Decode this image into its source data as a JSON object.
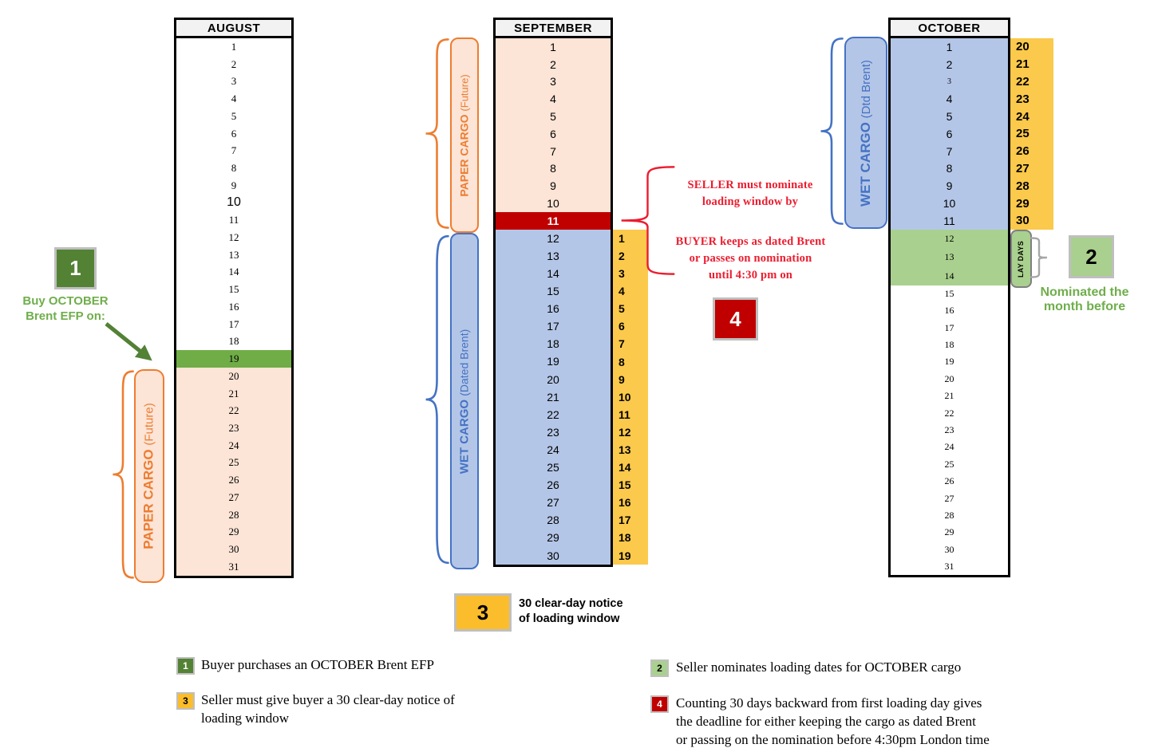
{
  "colors": {
    "orange": "#ED7D31",
    "peach": "#FCE4D6",
    "blue": "#4472C4",
    "blue_fill": "#B4C6E7",
    "red_dark": "#C00000",
    "red_bright": "#EC1C2E",
    "yellow": "#FBC94B",
    "yellow_badge": "#FBBD2B",
    "green": "#70AD47",
    "green_light": "#A9D08E",
    "green_dark": "#548235",
    "green_text": "#6FAE4B",
    "green_arrow": "#538135",
    "gray_border": "#BFBFBF",
    "gray_brace": "#A6A6A6",
    "header_bg": "#F2F2F2"
  },
  "months": [
    {
      "name": "AUGUST",
      "days": [
        {
          "n": 1
        },
        {
          "n": 2
        },
        {
          "n": 3
        },
        {
          "n": 4
        },
        {
          "n": 5
        },
        {
          "n": 6
        },
        {
          "n": 7
        },
        {
          "n": 8
        },
        {
          "n": 9
        },
        {
          "n": 10
        },
        {
          "n": 11
        },
        {
          "n": 12
        },
        {
          "n": 13
        },
        {
          "n": 14
        },
        {
          "n": 15
        },
        {
          "n": 16
        },
        {
          "n": 17
        },
        {
          "n": 18
        },
        {
          "n": 19,
          "status": "efp"
        },
        {
          "n": 20,
          "status": "paper"
        },
        {
          "n": 21,
          "status": "paper"
        },
        {
          "n": 22,
          "status": "paper"
        },
        {
          "n": 23,
          "status": "paper"
        },
        {
          "n": 24,
          "status": "paper"
        },
        {
          "n": 25,
          "status": "paper"
        },
        {
          "n": 26,
          "status": "paper"
        },
        {
          "n": 27,
          "status": "paper"
        },
        {
          "n": 28,
          "status": "paper"
        },
        {
          "n": 29,
          "status": "paper"
        },
        {
          "n": 30,
          "status": "paper"
        },
        {
          "n": 31,
          "status": "paper"
        }
      ]
    },
    {
      "name": "SEPTEMBER",
      "days": [
        {
          "n": 1,
          "status": "paper"
        },
        {
          "n": 2,
          "status": "paper"
        },
        {
          "n": 3,
          "status": "paper"
        },
        {
          "n": 4,
          "status": "paper"
        },
        {
          "n": 5,
          "status": "paper"
        },
        {
          "n": 6,
          "status": "paper"
        },
        {
          "n": 7,
          "status": "paper"
        },
        {
          "n": 8,
          "status": "paper"
        },
        {
          "n": 9,
          "status": "paper"
        },
        {
          "n": 10,
          "status": "paper"
        },
        {
          "n": 11,
          "status": "deadline"
        },
        {
          "n": 12,
          "status": "wet",
          "side": 1
        },
        {
          "n": 13,
          "status": "wet",
          "side": 2
        },
        {
          "n": 14,
          "status": "wet",
          "side": 3
        },
        {
          "n": 15,
          "status": "wet",
          "side": 4
        },
        {
          "n": 16,
          "status": "wet",
          "side": 5
        },
        {
          "n": 17,
          "status": "wet",
          "side": 6
        },
        {
          "n": 18,
          "status": "wet",
          "side": 7
        },
        {
          "n": 19,
          "status": "wet",
          "side": 8
        },
        {
          "n": 20,
          "status": "wet",
          "side": 9
        },
        {
          "n": 21,
          "status": "wet",
          "side": 10
        },
        {
          "n": 22,
          "status": "wet",
          "side": 11
        },
        {
          "n": 23,
          "status": "wet",
          "side": 12
        },
        {
          "n": 24,
          "status": "wet",
          "side": 13
        },
        {
          "n": 25,
          "status": "wet",
          "side": 14
        },
        {
          "n": 26,
          "status": "wet",
          "side": 15
        },
        {
          "n": 27,
          "status": "wet",
          "side": 16
        },
        {
          "n": 28,
          "status": "wet",
          "side": 17
        },
        {
          "n": 29,
          "status": "wet",
          "side": 18
        },
        {
          "n": 30,
          "status": "wet",
          "side": 19
        }
      ]
    },
    {
      "name": "OCTOBER",
      "days": [
        {
          "n": 1,
          "status": "wet",
          "side": 20
        },
        {
          "n": 2,
          "status": "wet",
          "side": 21
        },
        {
          "n": 3,
          "status": "wet",
          "side": 22
        },
        {
          "n": 4,
          "status": "wet",
          "side": 23
        },
        {
          "n": 5,
          "status": "wet",
          "side": 24
        },
        {
          "n": 6,
          "status": "wet",
          "side": 25
        },
        {
          "n": 7,
          "status": "wet",
          "side": 26
        },
        {
          "n": 8,
          "status": "wet",
          "side": 27
        },
        {
          "n": 9,
          "status": "wet",
          "side": 28
        },
        {
          "n": 10,
          "status": "wet",
          "side": 29
        },
        {
          "n": 11,
          "status": "wet",
          "side": 30
        },
        {
          "n": 12,
          "status": "laydays"
        },
        {
          "n": 13,
          "status": "laydays"
        },
        {
          "n": 14,
          "status": "laydays"
        },
        {
          "n": 15
        },
        {
          "n": 16
        },
        {
          "n": 17
        },
        {
          "n": 18
        },
        {
          "n": 19
        },
        {
          "n": 20
        },
        {
          "n": 21
        },
        {
          "n": 22
        },
        {
          "n": 23
        },
        {
          "n": 24
        },
        {
          "n": 25
        },
        {
          "n": 26
        },
        {
          "n": 27
        },
        {
          "n": 28
        },
        {
          "n": 29
        },
        {
          "n": 30
        },
        {
          "n": 31
        }
      ]
    }
  ],
  "bubbles": {
    "august": {
      "title": "PAPER CARGO",
      "subtitle": "(Future)"
    },
    "september_paper": {
      "title": "PAPER CARGO",
      "subtitle": "(Future)"
    },
    "september_wet": {
      "title": "WET CARGO",
      "subtitle": "(Dated Brent)"
    },
    "october_wet": {
      "title": "WET CARGO",
      "subtitle": "(Dtd Brent)"
    },
    "laydays": "LAY DAYS"
  },
  "badges": {
    "one": "1",
    "two": "2",
    "three": "3",
    "four": "4"
  },
  "notes": {
    "buy_efp": "Buy OCTOBER\nBrent EFP on:",
    "seller": "SELLER must nominate\nloading window by",
    "buyer": "BUYER keeps as dated Brent\nor passes on nomination\nuntil 4:30 pm on",
    "notice": "30 clear-day notice\nof loading window",
    "nominated": "Nominated the\nmonth before"
  },
  "legend": [
    {
      "num": "1",
      "text": "Buyer purchases an OCTOBER Brent EFP"
    },
    {
      "num": "3",
      "text": "Seller must give buyer a 30 clear-day notice of\nloading window"
    },
    {
      "num": "2",
      "text": "Seller nominates loading dates for OCTOBER cargo"
    },
    {
      "num": "4",
      "text": "Counting 30 days backward from first loading day gives\nthe deadline for either keeping the cargo as dated Brent\nor passing on the nomination before 4:30pm London time"
    }
  ]
}
